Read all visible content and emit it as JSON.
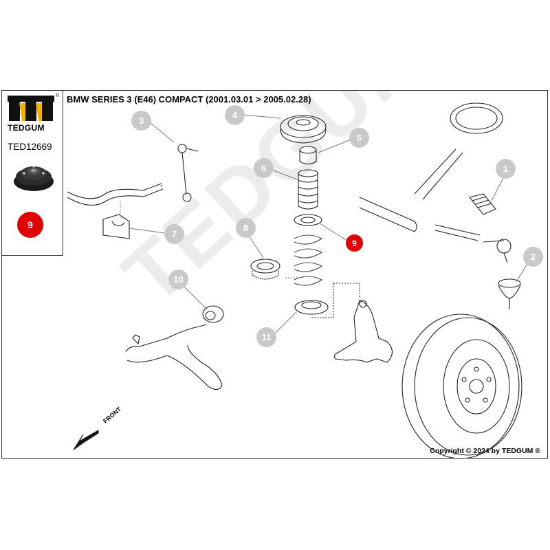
{
  "brand": {
    "name": "TEDGUM",
    "registered": "®"
  },
  "part_code": "TED12669",
  "selected_part": "9",
  "title": "BMW SERIES 3 (E46) COMPACT  (2001.03.01 > 2005.02.28)",
  "watermark": "TEDGUM",
  "front_label": "FRONT",
  "copyright": "Copyright © 2024 by TEDGUM ®",
  "callouts": [
    "1",
    "2",
    "3",
    "4",
    "5",
    "6",
    "7",
    "8",
    "9",
    "10",
    "11"
  ],
  "colors": {
    "accent_red": "#e00000",
    "callout_grey": "#c9c9c9",
    "watermark": "#ececec"
  }
}
